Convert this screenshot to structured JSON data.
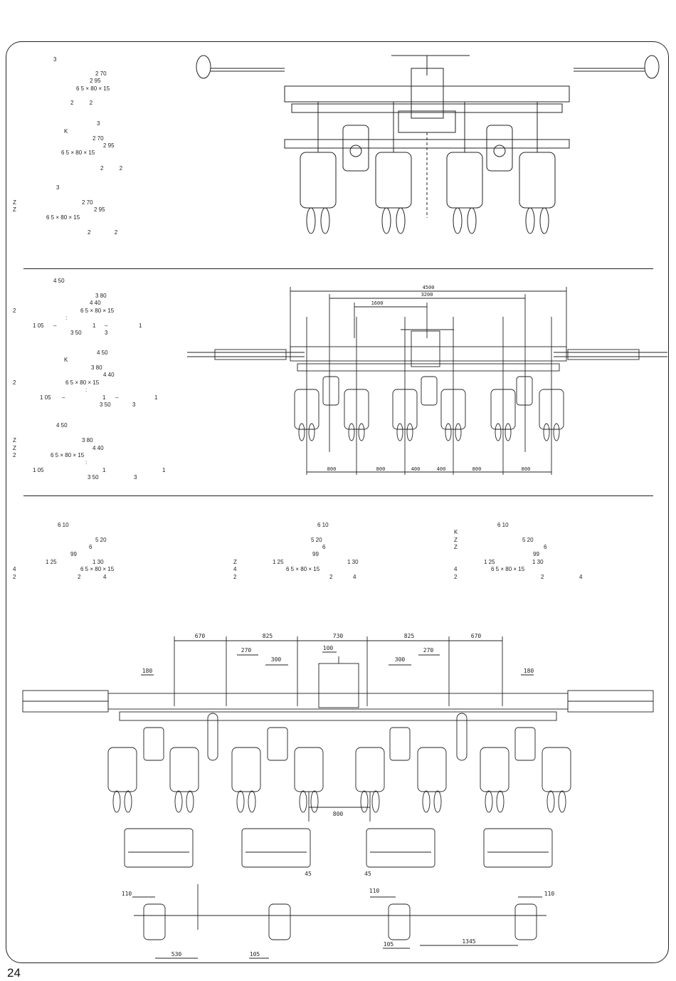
{
  "page_number": "24",
  "sections": [
    {
      "id": "section-1",
      "specs": [
        [
          "3",
          "2 70",
          "2 95",
          "6 5 × 80 × 15",
          "2          2"
        ],
        [
          "3",
          "K",
          "2 70",
          "2 95",
          "6 5 × 80 × 15",
          "2          2"
        ],
        [
          "3",
          "Z",
          "Z",
          "2 70",
          "2 95",
          "6 5 × 80 × 15",
          "2               2"
        ]
      ]
    },
    {
      "id": "section-2",
      "specs": [
        [
          "4 50",
          "3 80",
          "4 40",
          "2",
          "6 5 × 80 × 15",
          ":",
          "1 05",
          "–",
          "1",
          "–",
          "1",
          "3 50",
          "3"
        ],
        [
          "4 50",
          "K",
          "3 80",
          "4 40",
          "2",
          "6 5 × 80 × 15",
          ":",
          "1 05",
          "–",
          "1",
          "–",
          "1",
          "3 50",
          "3"
        ],
        [
          "4 50",
          "Z",
          "3 80",
          "Z",
          "4 40",
          "2",
          "6 5 × 80 × 15",
          ":",
          "1 05",
          "1",
          "1",
          "3 50",
          "3"
        ]
      ],
      "dimensions": [
        "4500",
        "3200",
        "1600",
        "800",
        "800",
        "400",
        "400",
        "800",
        "800"
      ]
    },
    {
      "id": "section-3",
      "specs": [
        [
          "6 10",
          "5 20",
          "6",
          "99",
          "1 25",
          "1 30",
          "4",
          "6 5 × 80 × 15",
          "2",
          "2",
          "4"
        ],
        [
          "6 10",
          "5 20",
          "6",
          "99",
          "Z",
          "1 25",
          "1 30",
          "4",
          "6 5 × 80 × 15",
          "2",
          "2",
          "4"
        ],
        [
          "6 10",
          "K",
          "5 20",
          "Z",
          "6",
          "Z",
          "99",
          "1 25",
          "1 30",
          "4",
          "6 5 × 80 × 15",
          "2",
          "2",
          "4"
        ]
      ],
      "dimensions_top": [
        "670",
        "825",
        "730",
        "825",
        "670",
        "270",
        "300",
        "100",
        "300",
        "270",
        "180",
        "180"
      ],
      "dimension_center": "800",
      "dimensions_detail": [
        "45",
        "45"
      ],
      "dimensions_wheels": [
        "110",
        "110",
        "110",
        "530",
        "105",
        "105",
        "1345"
      ]
    }
  ]
}
